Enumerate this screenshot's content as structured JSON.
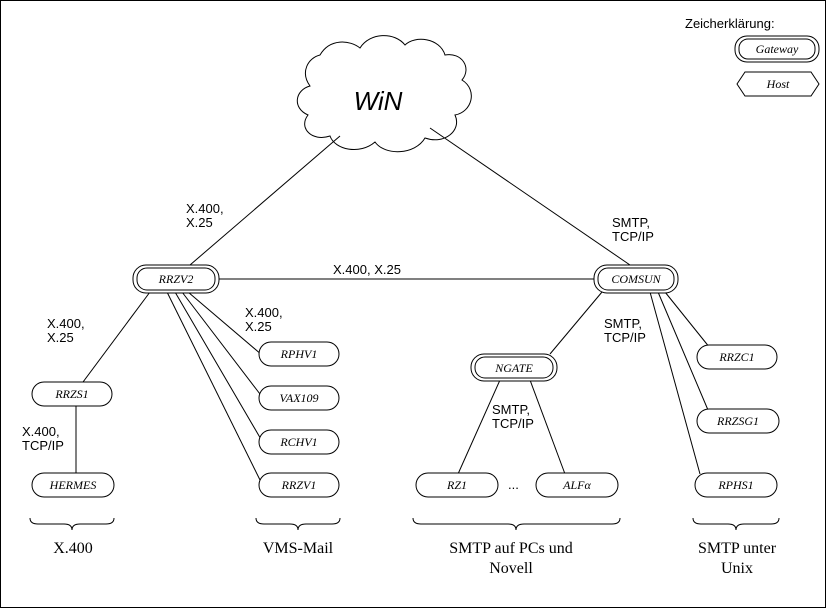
{
  "legend": {
    "title": "Zeicherklärung:",
    "gateway": "Gateway",
    "host": "Host"
  },
  "cloud_label": "WiN",
  "nodes": {
    "rrzv2": "RRZV2",
    "comsun": "COMSUN",
    "ngate": "NGATE",
    "rrzs1": "RRZS1",
    "hermes": "HERMES",
    "rphv1": "RPHV1",
    "vax109": "VAX109",
    "rchv1": "RCHV1",
    "rrzv1": "RRZV1",
    "rz1": "RZ1",
    "alfa": "ALFα",
    "rrzc1": "RRZC1",
    "rrzsg1": "RRZSG1",
    "rphs1": "RPHS1",
    "ellipsis": "..."
  },
  "edge_labels": {
    "win_rrzv2": [
      "X.400,",
      "X.25"
    ],
    "win_comsun": [
      "SMTP,",
      "TCP/IP"
    ],
    "rrzv2_comsun": "X.400, X.25",
    "rrzv2_rrzs1": [
      "X.400,",
      "X.25"
    ],
    "rrzv2_hosts": [
      "X.400,",
      "X.25"
    ],
    "comsun_ngate": [
      "SMTP,",
      "TCP/IP"
    ],
    "ngate_hosts": [
      "SMTP,",
      "TCP/IP"
    ],
    "rrzs1_hermes": [
      "X.400,",
      "TCP/IP"
    ]
  },
  "groups": {
    "x400": [
      "X.400"
    ],
    "vms": [
      "VMS-Mail"
    ],
    "smtp_pc": [
      "SMTP auf PCs und",
      "Novell"
    ],
    "smtp_unix": [
      "SMTP unter",
      "Unix"
    ]
  }
}
